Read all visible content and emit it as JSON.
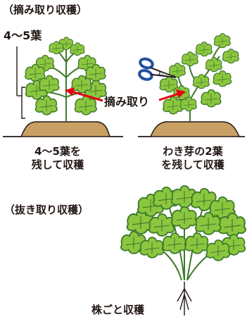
{
  "picking": {
    "heading": "（摘み取り収穫）",
    "leaf_count_label": "4～5葉",
    "arrow_label": "摘み取り",
    "left_caption_line1": "4～5葉を",
    "left_caption_line2": "残して収穫",
    "right_caption_line1": "わき芽の2葉",
    "right_caption_line2": "を残して収穫"
  },
  "pulling": {
    "heading": "（抜き取り収穫）",
    "caption": "株ごと収穫"
  },
  "colors": {
    "leaf_light": "#8cc63f",
    "leaf_dark": "#3d7a2a",
    "outline": "#231815",
    "soil": "#c9a063",
    "arrow": "#e60012",
    "scissors": "#1f4fa0"
  }
}
